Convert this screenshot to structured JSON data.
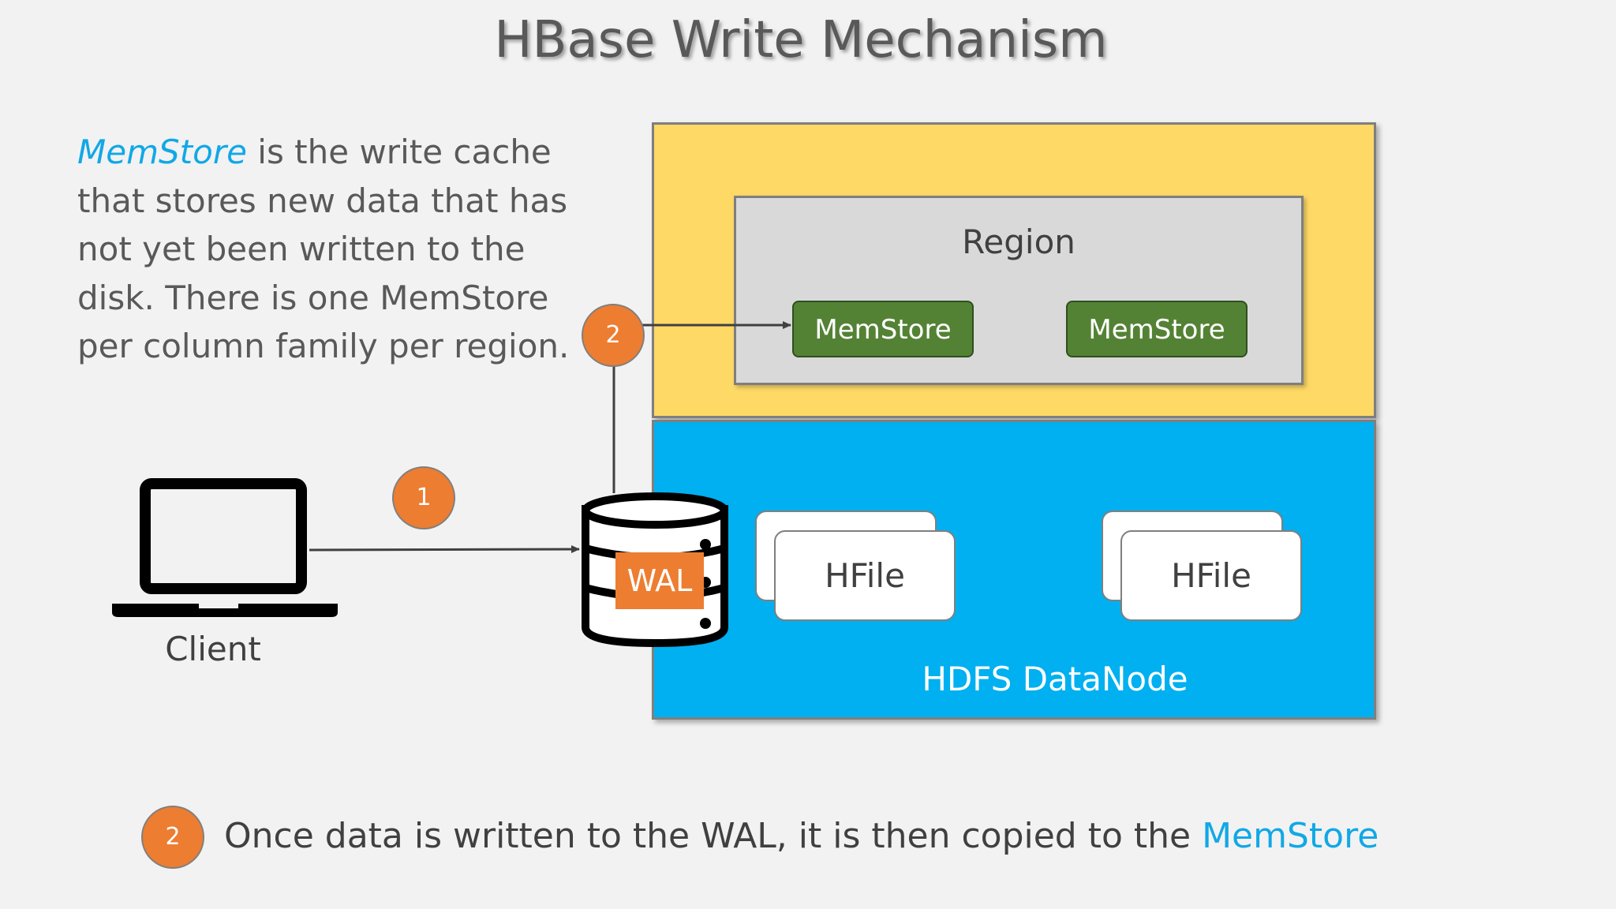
{
  "title": "HBase Write Mechanism",
  "description": {
    "highlight": "MemStore",
    "text": " is the write cache that stores new data that has not yet been written to the disk. There is one MemStore per column family per region."
  },
  "region": {
    "label": "Region"
  },
  "memstores": [
    "MemStore",
    "MemStore"
  ],
  "hfiles": [
    "HFile",
    "HFile"
  ],
  "hdfs": {
    "label": "HDFS DataNode"
  },
  "client": {
    "label": "Client",
    "icon": "laptop-icon"
  },
  "wal": {
    "label": "WAL",
    "icon": "database-icon"
  },
  "steps": {
    "one": "1",
    "two": "2"
  },
  "note": {
    "step": "2",
    "text": "Once data is written to the WAL, it is then copied to the ",
    "highlight": "MemStore"
  },
  "colors": {
    "background": "#f2f2f2",
    "region_server": "#ffd966",
    "hdfs": "#00b0f0",
    "region": "#d9d9d9",
    "memstore": "#548235",
    "step": "#ed7d31",
    "highlight": "#11a8e6"
  }
}
